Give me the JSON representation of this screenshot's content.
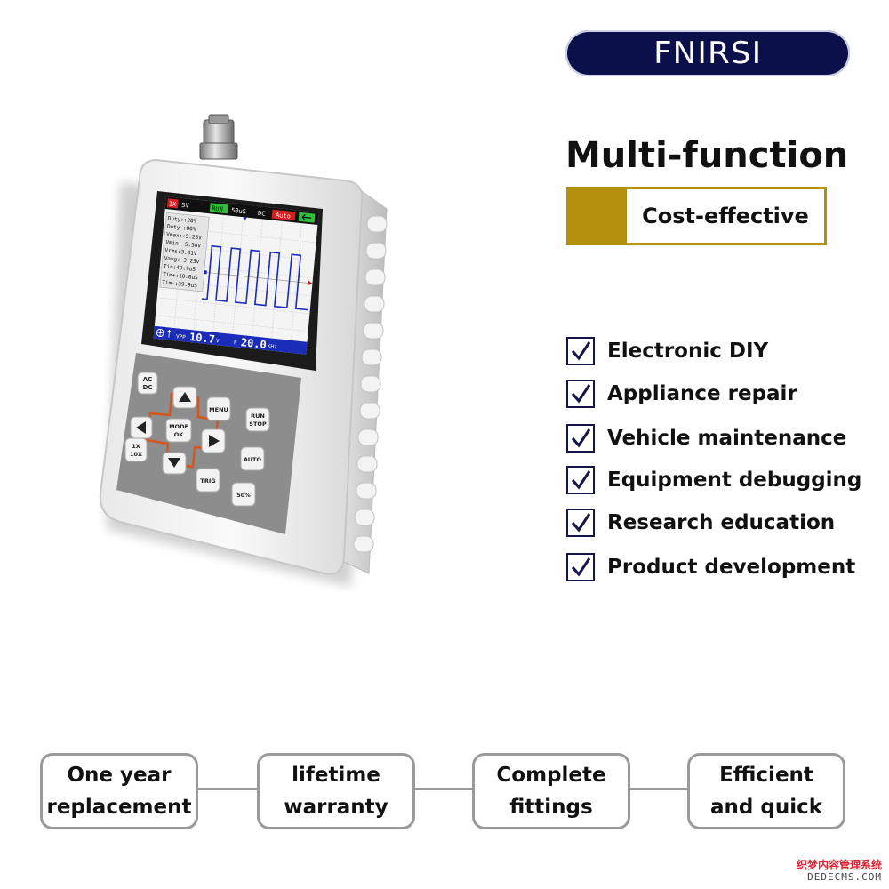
{
  "brand": {
    "name": "FNIRSI"
  },
  "headline": "Multi-function",
  "tagline": "Cost-effective",
  "features": [
    "Electronic DIY",
    "Appliance repair",
    "Vehicle maintenance",
    "Equipment debugging",
    "Research education",
    "Product development"
  ],
  "device": {
    "screen": {
      "probe": "1X",
      "volt_div": "5V",
      "run_state": "RUN",
      "time_div": "50uS",
      "coupling": "DC",
      "mode": "Auto",
      "measurements": [
        "Duty+:20%",
        "Duty-:80%",
        "Vmax:+5.25V",
        "Vmin:-5.50V",
        "Vrms:3.81V",
        "Vavg:-3.25V",
        "Tin:49.9uS",
        "Tim+:10.0uS",
        "Tim-:39.9uS"
      ],
      "vpp_label": "VPP",
      "vpp_value": "10.7",
      "vpp_unit": "V",
      "freq_label": "F",
      "freq_value": "20.0",
      "freq_unit": "KHz"
    },
    "keys": {
      "acdc_top": "AC",
      "acdc_bottom": "DC",
      "menu": "MENU",
      "run_top": "RUN",
      "run_bottom": "STOP",
      "mode_top": "MODE",
      "mode_bottom": "OK",
      "probe_top": "1X",
      "probe_bottom": "10X",
      "auto": "AUTO",
      "trig": "TRIG",
      "fifty": "50%"
    }
  },
  "services": [
    "One year\nreplacement",
    "lifetime\nwarranty",
    "Complete\nfittings",
    "Efficient\nand quick"
  ],
  "watermark": {
    "line1": "织梦内容管理系统",
    "line2": "DEDECMS.COM"
  },
  "colors": {
    "navy": "#0b0f4a",
    "gold": "#b5900f",
    "gray_border": "#9a9a9a",
    "screen_bg": "#f4f4f4",
    "screen_bar": "#1a2cb8",
    "trace": "#1a2cb8",
    "key_accent": "#d2561e"
  }
}
